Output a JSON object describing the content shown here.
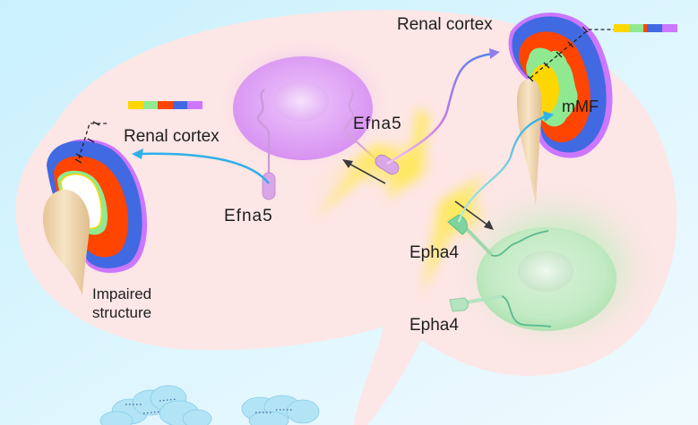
{
  "diagram": {
    "type": "biological schematic",
    "labels": {
      "renal_cortex_left": "Renal cortex",
      "renal_cortex_right": "Renal cortex",
      "impaired_line1": "Impaired",
      "impaired_line2": "structure",
      "efna5_bottom": "Efna5",
      "efna5_right": "Efna5",
      "mmf": "mMF",
      "epha4_top": "Epha4",
      "epha4_bottom": "Epha4"
    },
    "legend_bar_colors": [
      "#ffd700",
      "#90e990",
      "#ff4500",
      "#4169e1",
      "#cc77ff"
    ],
    "colors": {
      "background": "#cdf2fd",
      "bubble": "#fde6e6",
      "kidney_outer": "#cc77ff",
      "kidney_blue": "#4169e1",
      "kidney_red": "#ff4500",
      "kidney_green": "#90e990",
      "kidney_yellow": "#ffd700",
      "stalk": "#ecd1a6",
      "purple_cell": "#dc9ef5",
      "green_cell": "#bde8bf",
      "arrow_blue": "#2fb0e8",
      "arrow_purple": "#c47aeb",
      "glow": "#ffe94d"
    }
  }
}
